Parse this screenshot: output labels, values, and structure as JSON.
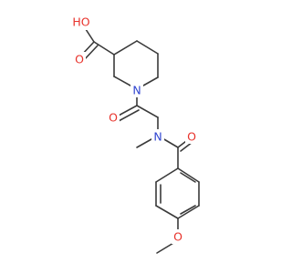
{
  "molecule": {
    "bond_color": "#3a3a3a",
    "atom_colors": {
      "O": "#e8322b",
      "N": "#2f44d0",
      "C": "#3a3a3a"
    },
    "labels": {
      "carboxylic_acid_oh": "HO",
      "carboxylic_acid_o": "O",
      "piperidine_n": "N",
      "acetyl_o": "O",
      "methyl_amide_n": "N",
      "benzoyl_o": "O",
      "methoxy_o": "O"
    }
  }
}
